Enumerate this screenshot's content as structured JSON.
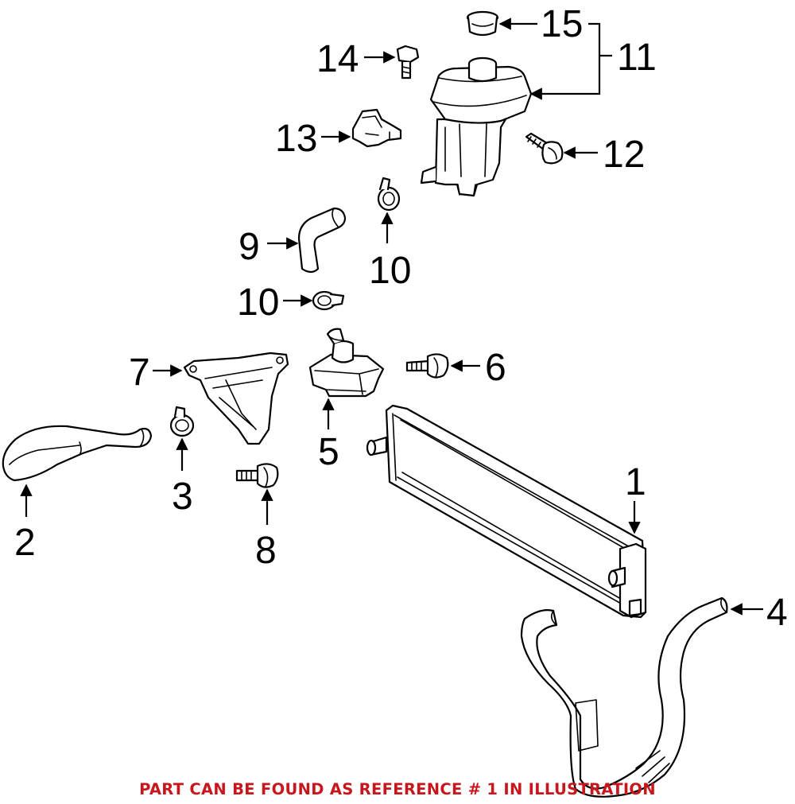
{
  "callouts": {
    "c1": "1",
    "c2": "2",
    "c3": "3",
    "c4": "4",
    "c5": "5",
    "c6": "6",
    "c7": "7",
    "c8": "8",
    "c9": "9",
    "c10a": "10",
    "c10b": "10",
    "c11": "11",
    "c12": "12",
    "c13": "13",
    "c14": "14",
    "c15": "15"
  },
  "footer": {
    "note": "PART CAN BE FOUND AS REFERENCE # 1 IN ILLUSTRATION",
    "color": "#c8161d"
  }
}
